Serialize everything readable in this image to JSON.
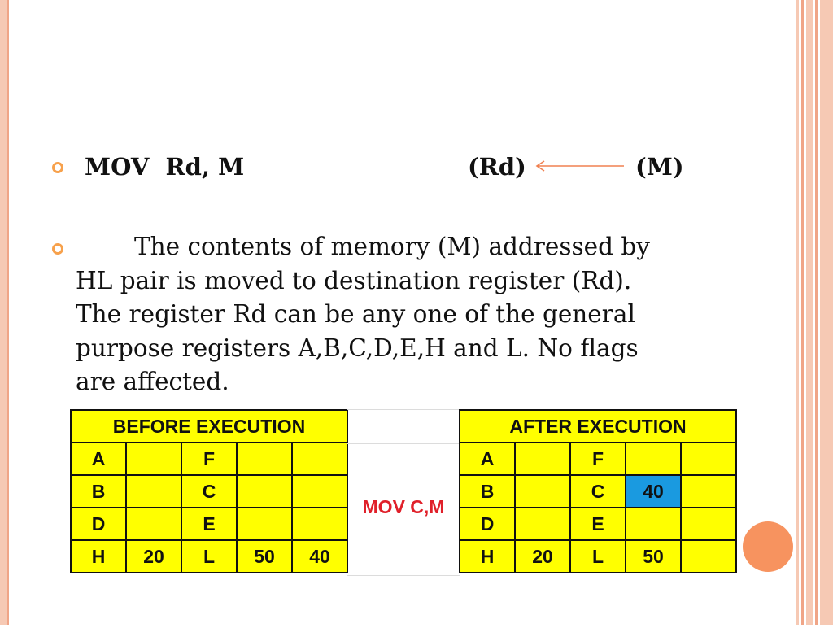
{
  "instruction": {
    "mnemonic": "MOV  Rd, M",
    "dest": "(Rd)",
    "src": "(M)"
  },
  "description": {
    "line1": "The contents of memory (M) addressed by",
    "line2": "HL pair is moved to destination register (Rd).",
    "line3": "The register Rd can be any one of the general",
    "line4": "purpose registers A,B,C,D,E,H and L. No flags",
    "line5": "are affected."
  },
  "before": {
    "title": "BEFORE EXECUTION",
    "rows": [
      [
        "A",
        "",
        "F",
        "",
        ""
      ],
      [
        "B",
        "",
        "C",
        "",
        ""
      ],
      [
        "D",
        "",
        "E",
        "",
        ""
      ],
      [
        "H",
        "20",
        "L",
        "50",
        "40"
      ]
    ]
  },
  "operation": "MOV C,M",
  "after": {
    "title": "AFTER EXECUTION",
    "rows": [
      [
        "A",
        "",
        "F",
        "",
        ""
      ],
      [
        "B",
        "",
        "C",
        "40",
        ""
      ],
      [
        "D",
        "",
        "E",
        "",
        ""
      ],
      [
        "H",
        "20",
        "L",
        "50",
        ""
      ]
    ]
  },
  "colors": {
    "table_fill": "#ffff00",
    "highlight": "#1a9ae0",
    "accent": "#f7a14c",
    "operation_text": "#e0202a"
  }
}
